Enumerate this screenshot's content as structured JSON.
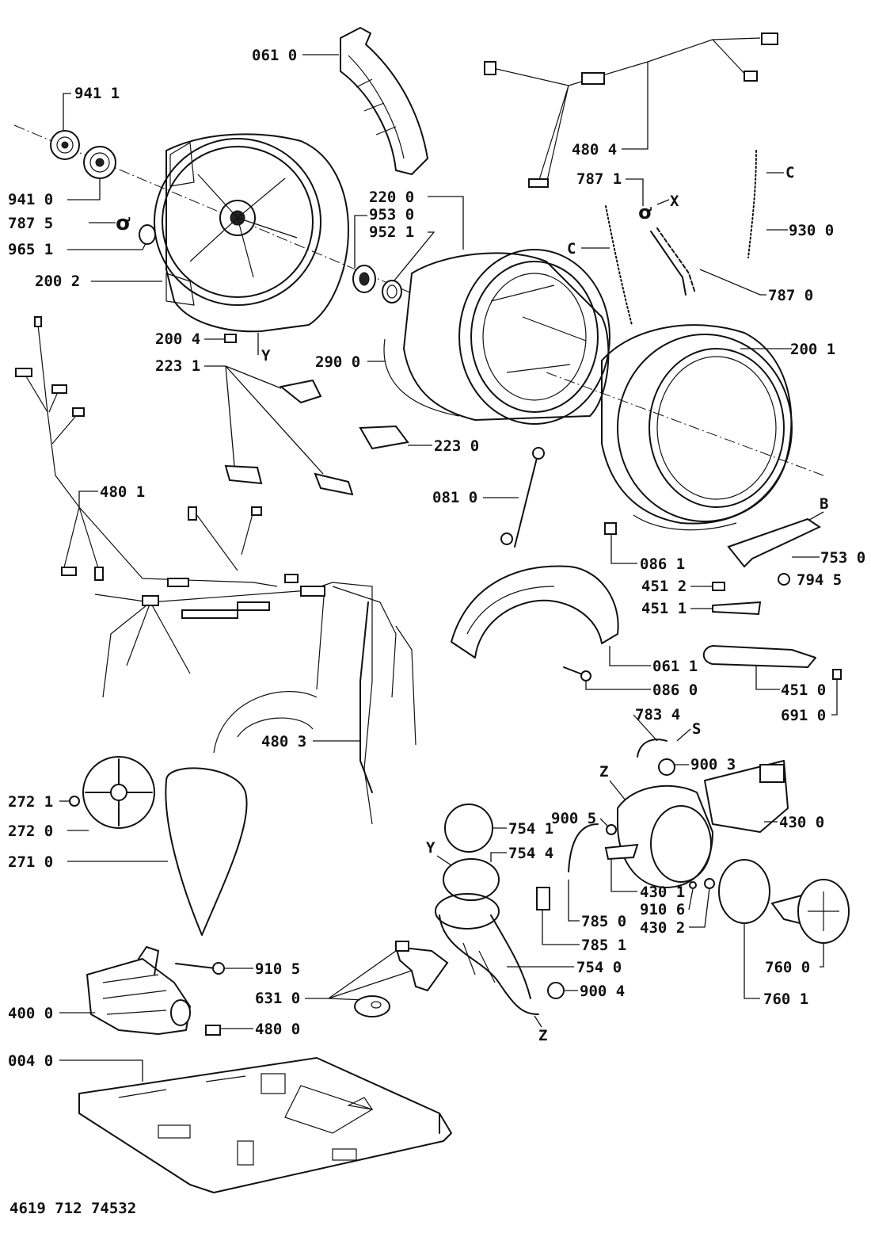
{
  "document_code": "4619 712 74532",
  "labels": {
    "p061_0": "061 0",
    "p941_1": "941 1",
    "p941_0": "941 0",
    "p787_5": "787 5",
    "p965_1": "965 1",
    "p200_2": "200 2",
    "p200_4": "200 4",
    "p223_1": "223 1",
    "p290_0": "290 0",
    "p220_0": "220 0",
    "p953_0": "953 0",
    "p952_1": "952 1",
    "p223_0": "223 0",
    "p480_4": "480 4",
    "p787_1": "787 1",
    "p930_0": "930 0",
    "p787_0": "787 0",
    "p200_1": "200 1",
    "p480_1": "480 1",
    "p081_0": "081 0",
    "p086_1": "086 1",
    "p753_0": "753 0",
    "p794_5": "794 5",
    "p451_2": "451 2",
    "p451_1": "451 1",
    "p061_1": "061 1",
    "p086_0": "086 0",
    "p451_0": "451 0",
    "p691_0": "691 0",
    "p783_4": "783 4",
    "p900_3": "900 3",
    "p480_3": "480 3",
    "p272_1": "272 1",
    "p272_0": "272 0",
    "p271_0": "271 0",
    "p754_1": "754 1",
    "p754_4": "754 4",
    "p900_5": "900 5",
    "p430_0": "430 0",
    "p430_1": "430 1",
    "p910_6": "910 6",
    "p430_2": "430 2",
    "p785_0": "785 0",
    "p785_1": "785 1",
    "p754_0": "754 0",
    "p900_4": "900 4",
    "p760_0": "760 0",
    "p760_1": "760 1",
    "p910_5": "910 5",
    "p631_0": "631 0",
    "p400_0": "400 0",
    "p480_0": "480 0",
    "p004_0": "004 0"
  },
  "letters": {
    "Y": "Y",
    "X": "X",
    "C": "C",
    "B": "B",
    "S": "S",
    "Z": "Z"
  }
}
